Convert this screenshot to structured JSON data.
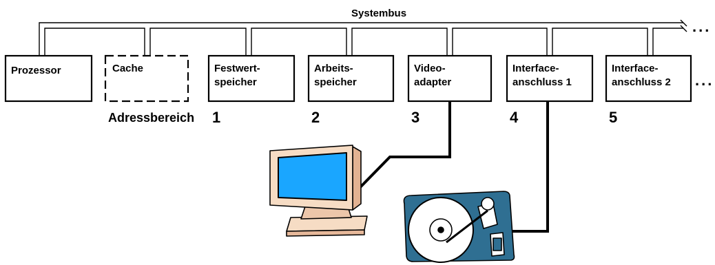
{
  "bus": {
    "title": "Systembus"
  },
  "components": [
    {
      "id": "prozessor",
      "lines": [
        "Prozessor"
      ],
      "dashed": false
    },
    {
      "id": "cache",
      "lines": [
        "Cache"
      ],
      "dashed": true
    },
    {
      "id": "festwertspeicher",
      "lines": [
        "Festwert-",
        "speicher"
      ],
      "dashed": false
    },
    {
      "id": "arbeitsspeicher",
      "lines": [
        "Arbeits-",
        "speicher"
      ],
      "dashed": false
    },
    {
      "id": "videoadapter",
      "lines": [
        "Video-",
        "adapter"
      ],
      "dashed": false
    },
    {
      "id": "interface1",
      "lines": [
        "Interface-",
        "anschluss 1"
      ],
      "dashed": false
    },
    {
      "id": "interface2",
      "lines": [
        "Interface-",
        "anschluss 2"
      ],
      "dashed": false
    }
  ],
  "address": {
    "label": "Adressbereich",
    "numbers": [
      "1",
      "2",
      "3",
      "4",
      "5"
    ]
  },
  "ellipsis": {
    "top": "...",
    "right": "..."
  },
  "devices": {
    "monitor": "monitor-icon",
    "harddisk": "hard-disk-icon"
  },
  "colors": {
    "screen": "#1aa6ff",
    "casing": "#f6dcc4",
    "disk": "#2f6f92",
    "line": "#000000"
  }
}
